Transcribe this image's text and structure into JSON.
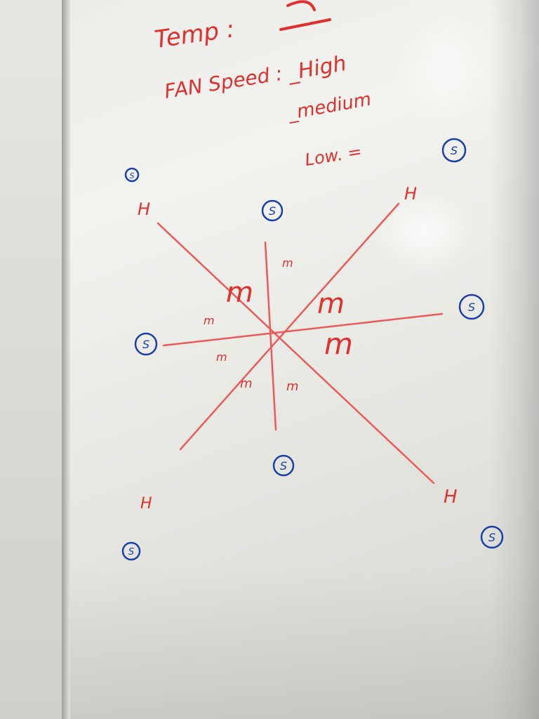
{
  "whiteboard": {
    "temp_label": "Temp :",
    "fan_speed_label": "FAN Speed :",
    "speed_options": {
      "high": "_High",
      "medium": "_medium",
      "low": "Low. ="
    },
    "diagram": {
      "outer_labels": {
        "top_left": "H",
        "top_right": "H",
        "bottom_left": "H",
        "bottom_right": "H"
      },
      "inner_labels": {
        "m_upper_center": "m",
        "m_upper_left_big": "m",
        "m_right_upper_big": "m",
        "m_right_lower_big": "m",
        "m_left_small": "m",
        "m_left_lower_small": "m",
        "m_lower_left_small": "m",
        "m_lower_center_small": "m"
      },
      "circled_marker": "S",
      "marker_color": "#1b3fa8",
      "ink_color": "#e0302e"
    }
  }
}
